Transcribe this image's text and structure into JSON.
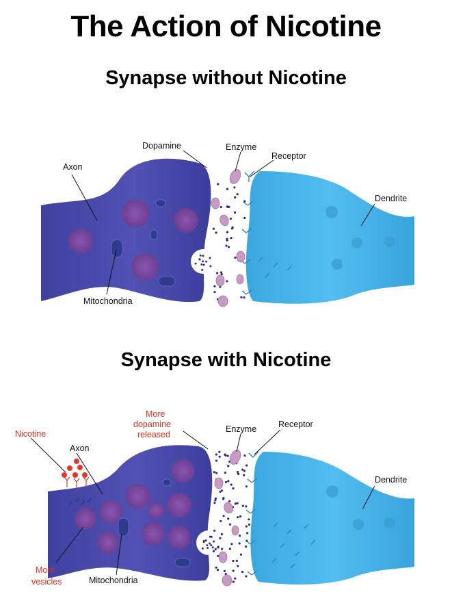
{
  "title": "The Action of Nicotine",
  "panels": [
    {
      "subtitle": "Synapse without Nicotine",
      "labels": {
        "dopamine": "Dopamine",
        "enzyme": "Enzyme",
        "receptor": "Receptor",
        "axon": "Axon",
        "dendrite": "Dendrite",
        "mitochondria": "Mitochondria"
      }
    },
    {
      "subtitle": "Synapse with Nicotine",
      "labels": {
        "more_dopamine_1": "More",
        "more_dopamine_2": "dopamine",
        "more_dopamine_3": "released",
        "enzyme": "Enzyme",
        "receptor": "Receptor",
        "nicotine": "Nicotine",
        "axon": "Axon",
        "dendrite": "Dendrite",
        "more_vesicles_1": "More",
        "more_vesicles_2": "vesicles",
        "mitochondria": "Mitochondria"
      }
    }
  ],
  "colors": {
    "axon": "#4a4ba8",
    "dendrite": "#43b0e6",
    "vesicle": "#7b4a9e",
    "dopamine": "#2a2a8a",
    "enzyme": "#c79bc4",
    "nicotine": "#e03a2a",
    "label_highlight": "#e0301e"
  }
}
